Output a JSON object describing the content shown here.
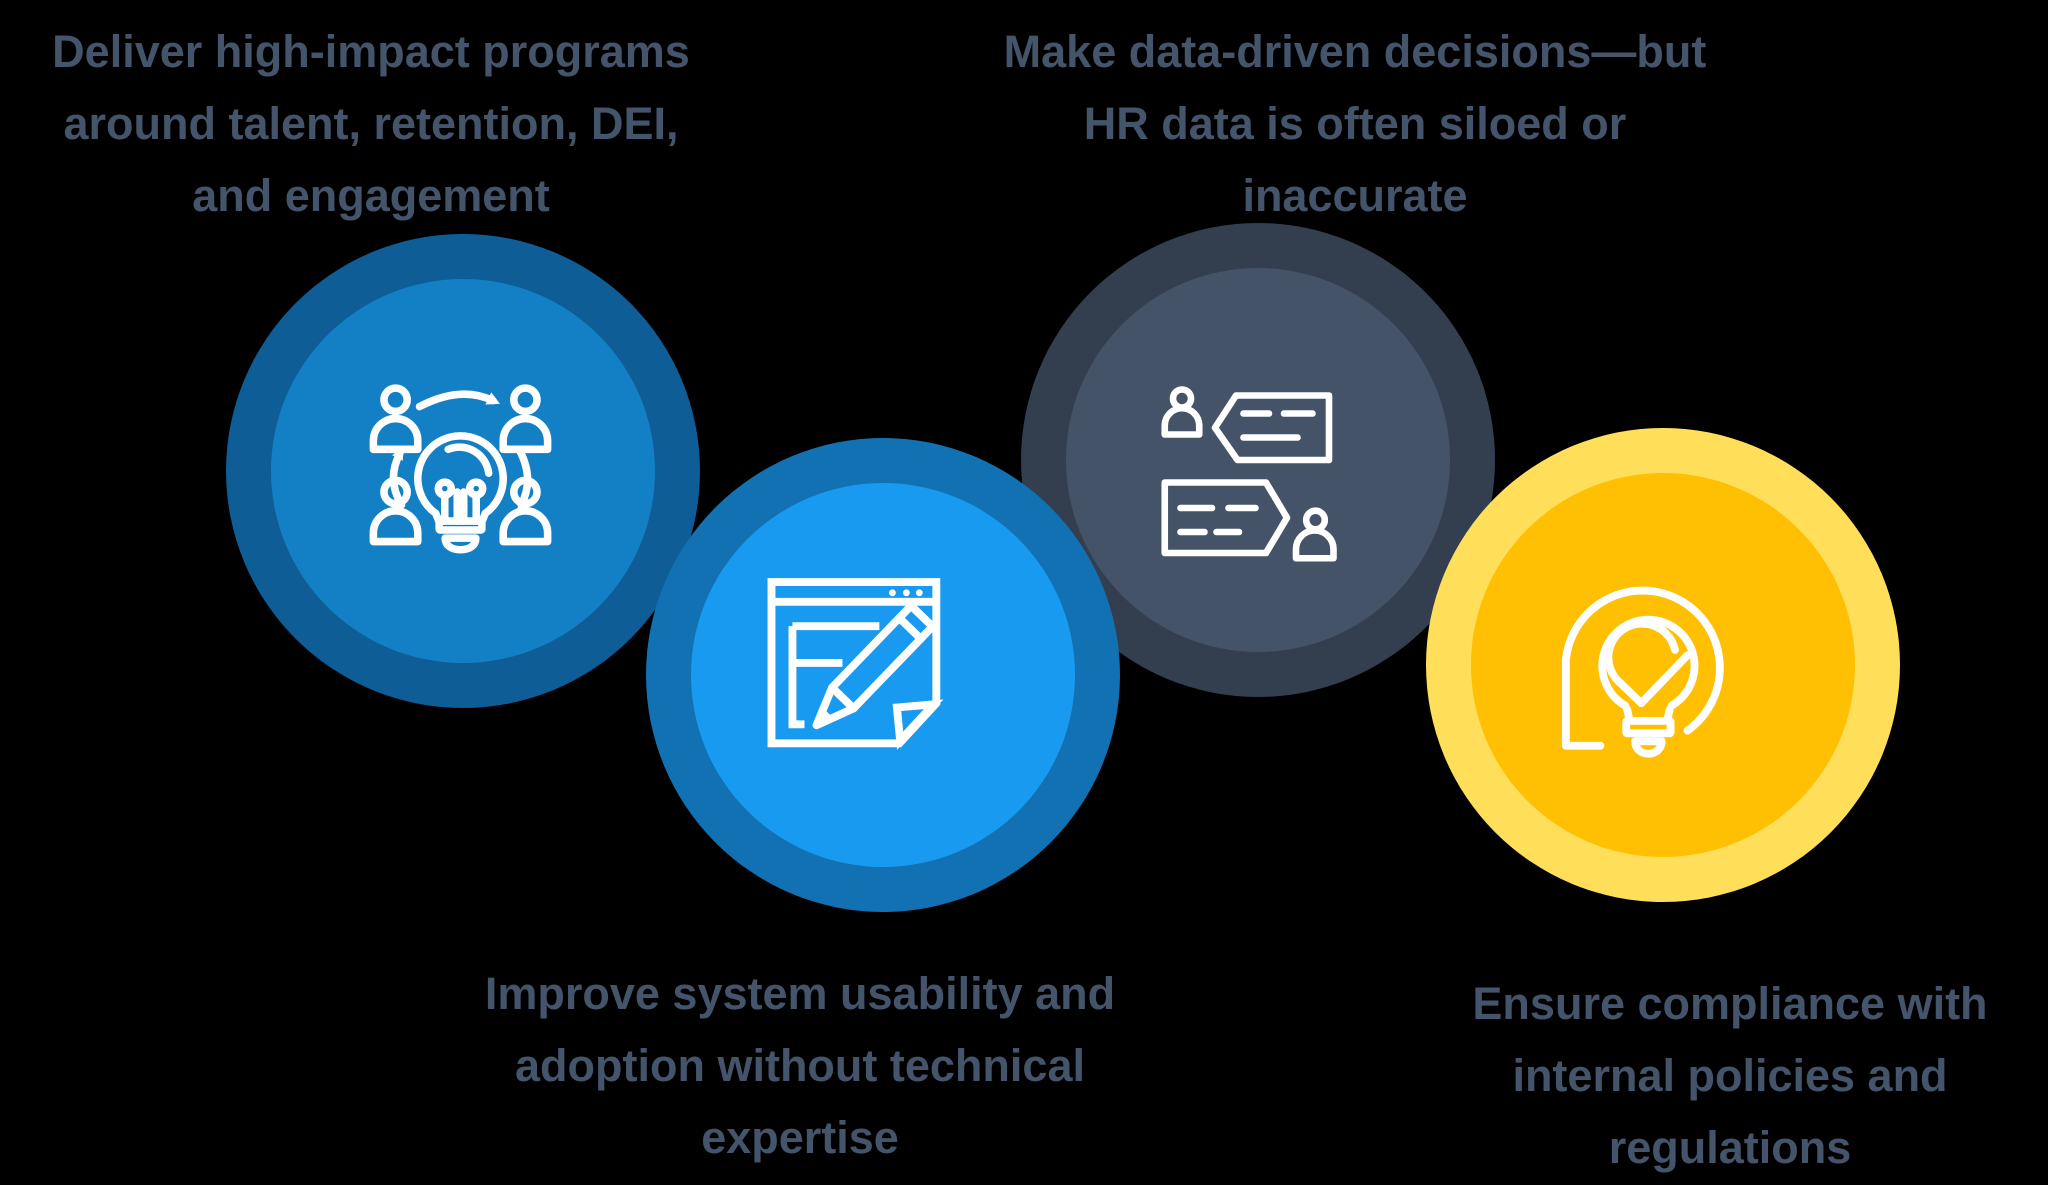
{
  "page": {
    "type": "infographic-diagram",
    "background_color": "#000000",
    "caption_text_color": "#44546A"
  },
  "badges": [
    {
      "id": "talent-programs",
      "icon": "people-lightbulb-collaboration-icon",
      "ring_color": "#0E5D96",
      "fill_color": "#1380C6",
      "icon_color": "#FFFFFF",
      "caption": {
        "line1": "Deliver high-impact programs",
        "line2": "around talent, retention, DEI,",
        "line3": "and engagement"
      }
    },
    {
      "id": "system-usability",
      "icon": "document-edit-pencil-icon",
      "ring_color": "#1271B2",
      "fill_color": "#189AF0",
      "icon_color": "#FFFFFF",
      "caption": {
        "line1": "Improve system usability and",
        "line2": "adoption without technical",
        "line3": "expertise"
      }
    },
    {
      "id": "data-decisions",
      "icon": "conversation-data-exchange-icon",
      "ring_color": "#333E4E",
      "fill_color": "#455369",
      "icon_color": "#FFFFFF",
      "caption": {
        "line1": "Make data-driven decisions—but",
        "line2": "HR data is often siloed or",
        "line3": "inaccurate"
      }
    },
    {
      "id": "compliance",
      "icon": "lightbulb-checkmark-icon",
      "ring_color": "#FFDE59",
      "fill_color": "#FFC003",
      "icon_color": "#FFFFFF",
      "caption": {
        "line1": "Ensure compliance with",
        "line2": "internal policies and",
        "line3": "regulations"
      }
    }
  ]
}
